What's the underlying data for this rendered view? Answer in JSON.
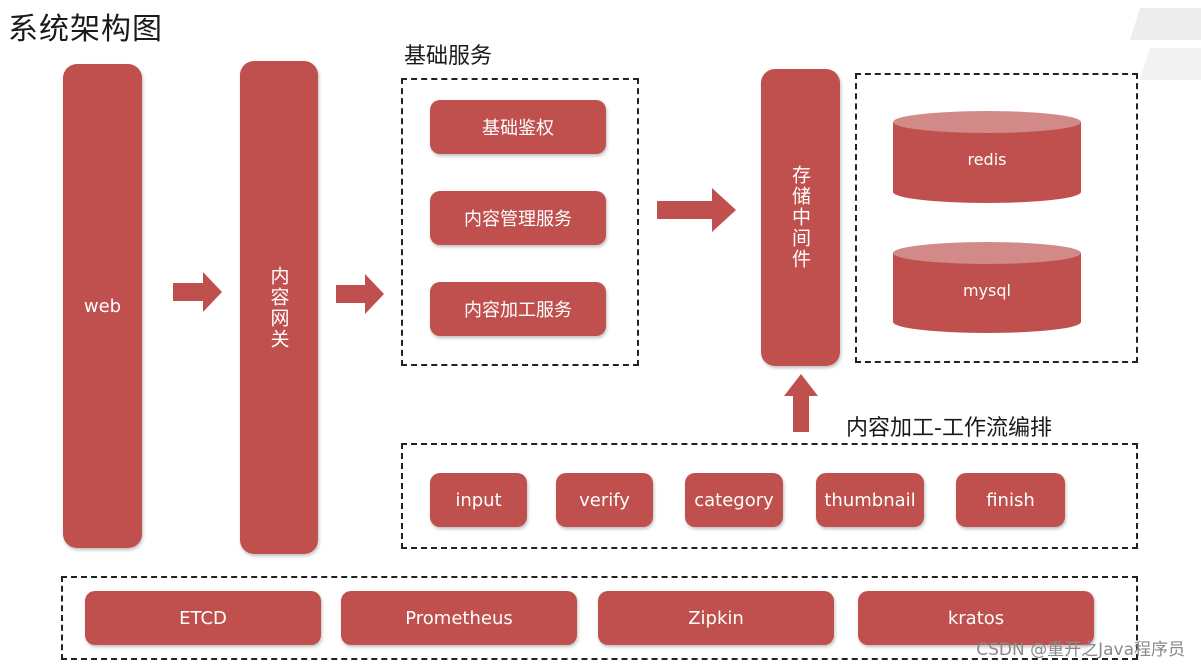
{
  "title": "系统架构图",
  "left_column": {
    "web": "web",
    "gateway": "内容网关"
  },
  "base_services": {
    "label": "基础服务",
    "items": [
      "基础鉴权",
      "内容管理服务",
      "内容加工服务"
    ]
  },
  "storage": {
    "middleware": "存储中间件",
    "dbs": [
      "redis",
      "mysql"
    ]
  },
  "workflow": {
    "label": "内容加工-工作流编排",
    "steps": [
      "input",
      "verify",
      "category",
      "thumbnail",
      "finish"
    ]
  },
  "infra": [
    "ETCD",
    "Prometheus",
    "Zipkin",
    "kratos"
  ],
  "watermark": "CSDN @重开之Java程序员",
  "colors": {
    "block": "#c0504d",
    "db_top": "#d28a88",
    "dash": "#222222"
  }
}
